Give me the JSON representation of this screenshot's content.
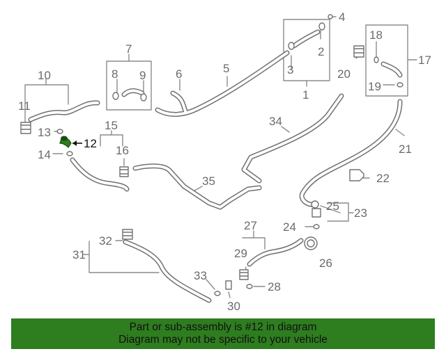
{
  "diagram": {
    "callouts": [
      "1",
      "2",
      "3",
      "4",
      "5",
      "6",
      "7",
      "8",
      "9",
      "10",
      "11",
      "12",
      "13",
      "14",
      "15",
      "16",
      "17",
      "18",
      "19",
      "20",
      "21",
      "22",
      "23",
      "24",
      "25",
      "26",
      "27",
      "28",
      "29",
      "30",
      "31",
      "32",
      "33",
      "34",
      "35"
    ],
    "highlight_callout": "12",
    "colors": {
      "line": "#8c8c8c",
      "part_stroke": "#707070",
      "highlight_part": "#2f7d1f",
      "banner_bg": "#2e7d1f",
      "banner_text": "#111111"
    }
  },
  "banner": {
    "line1": "Part or sub-assembly is #12 in diagram",
    "line2": "Diagram may not be specific to your vehicle"
  }
}
